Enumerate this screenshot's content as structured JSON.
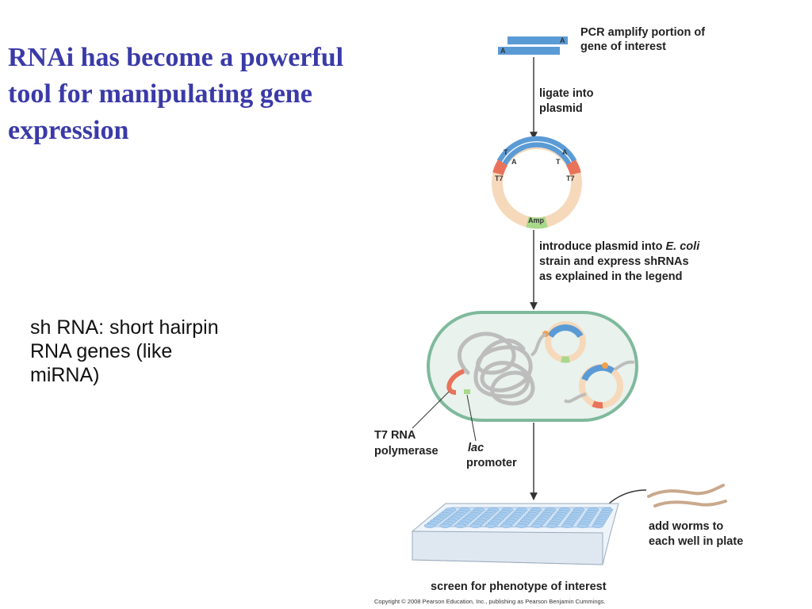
{
  "slide": {
    "title_lines": [
      "RNAi has become a powerful",
      "tool for manipulating gene",
      "expression"
    ],
    "subtitle_lines": [
      "sh RNA: short hairpin",
      "RNA genes (like",
      "miRNA)"
    ]
  },
  "figure": {
    "step1_lines": [
      "PCR amplify portion of",
      "gene of interest"
    ],
    "step2_lines": [
      "ligate into",
      "plasmid"
    ],
    "step3_line1_prefix": "introduce plasmid into ",
    "step3_line1_italic": "E. coli",
    "step3_lines_rest": [
      "strain and express shRNAs",
      "as explained in the legend"
    ],
    "t7_polymerase_lines": [
      "T7 RNA",
      "polymerase"
    ],
    "lac_promoter_italic": "lac",
    "lac_promoter_line2": "promoter",
    "add_worms_lines": [
      "add worms to",
      "each well in plate"
    ],
    "screen_label": "screen for phenotype of interest",
    "copyright": "Copyright © 2008 Pearson Education, Inc., publishing as Pearson Benjamin Cummings.",
    "pcr_end_a_top": "A",
    "pcr_end_a_bottom": "A",
    "plasmid_t7_left": "T7",
    "plasmid_t7_right": "T7",
    "plasmid_amp": "Amp",
    "plasmid_t_left": "T",
    "plasmid_a_left": "A",
    "plasmid_a_right": "A",
    "plasmid_t_right": "T",
    "colors": {
      "title": "#3a3aa8",
      "dna_blue": "#5b9bd5",
      "promoter_red": "#e8735a",
      "plasmid_peach": "#f6d9bb",
      "amp_green": "#a8d88a",
      "cell_border": "#7fb99c",
      "cell_fill": "#e9f2ec",
      "worm_tan": "#c9a98c",
      "plate_blue": "#a9cdee"
    }
  }
}
